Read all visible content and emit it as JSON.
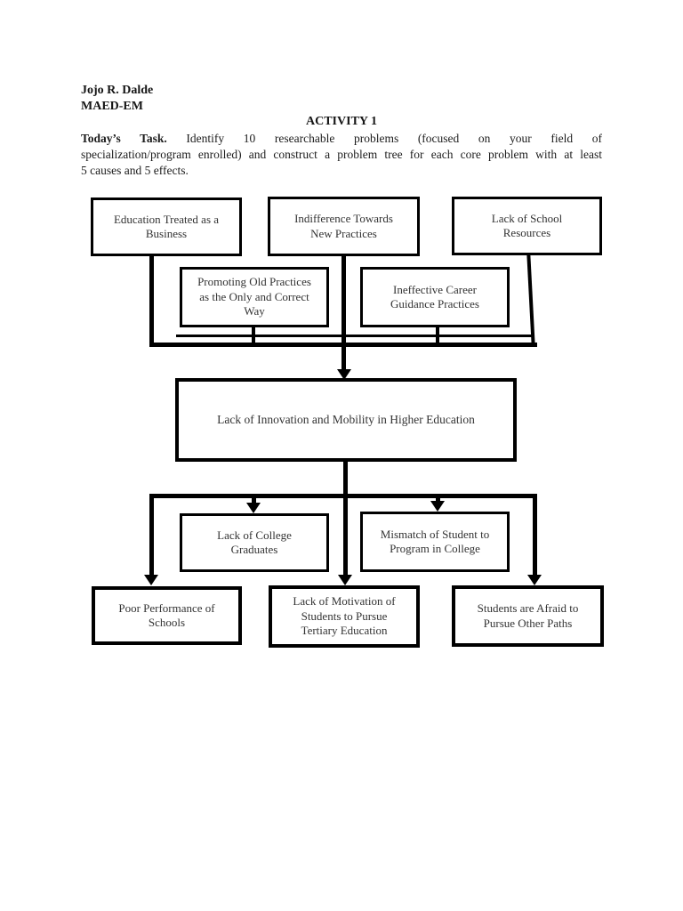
{
  "header": {
    "author_name": "Jojo R. Dalde",
    "author_program": "MAED-EM",
    "activity_title": "ACTIVITY 1",
    "task_label": "Today’s Task.",
    "task_line1": "Identify 10 researchable problems (focused on your field of",
    "task_line2": "specialization/program enrolled) and construct a problem tree for each core problem with at least",
    "task_line3": "5 causes and 5 effects."
  },
  "diagram": {
    "cause_row1": [
      {
        "label": "Education Treated as a\nBusiness"
      },
      {
        "label": "Indifference Towards\nNew Practices"
      },
      {
        "label": "Lack of School\nResources"
      }
    ],
    "cause_row2": [
      {
        "label": "Promoting Old Practices\nas the Only and Correct\nWay"
      },
      {
        "label": "Ineffective Career\nGuidance Practices"
      }
    ],
    "core_problem": {
      "label": "Lack of Innovation and Mobility in Higher Education"
    },
    "effect_row1": [
      {
        "label": "Lack of College\nGraduates"
      },
      {
        "label": "Mismatch of Student to\nProgram in College"
      }
    ],
    "effect_row2": [
      {
        "label": "Poor Performance of\nSchools"
      },
      {
        "label": "Lack of Motivation of\nStudents to Pursue\nTertiary Education"
      },
      {
        "label": "Students are Afraid to\nPursue Other Paths"
      }
    ]
  },
  "colors": {
    "page_background": "#ffffff",
    "line_color": "#000000",
    "box_border": "#000000",
    "box_text": "#333333",
    "header_text": "#151515"
  }
}
